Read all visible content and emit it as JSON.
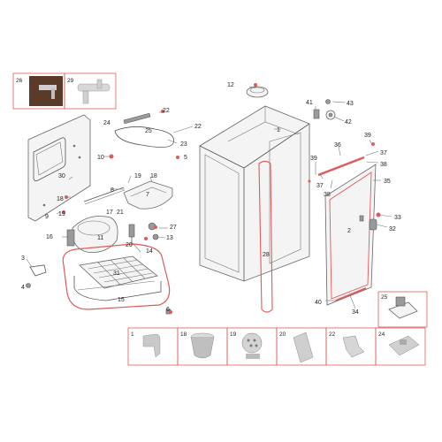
{
  "callouts": {
    "c1": "1",
    "c2": "2",
    "c3": "3",
    "c4": "4",
    "c5": "5",
    "c6": "6",
    "c7": "7",
    "c8": "8",
    "c9": "9",
    "c10": "10",
    "c11": "11",
    "c12": "12",
    "c13": "13",
    "c14": "14",
    "c15": "15",
    "c16": "16",
    "c17": "17",
    "c18a": "18",
    "c18b": "18",
    "c19a": "19",
    "c19b": "19",
    "c20": "20",
    "c21": "21",
    "c22a": "22",
    "c22b": "22",
    "c23": "23",
    "c24": "24",
    "c25": "25",
    "c27": "27",
    "c28": "28",
    "c30": "30",
    "c31": "31",
    "c32": "32",
    "c33": "33",
    "c34": "34",
    "c35": "35",
    "c36": "36",
    "c37a": "37",
    "c37b": "37",
    "c38a": "38",
    "c38b": "38",
    "c39a": "39",
    "c39b": "39",
    "c40": "40",
    "c41": "41",
    "c42": "42",
    "c43": "43"
  },
  "thumbnails": {
    "t26": "26",
    "t29": "29",
    "t25": "25",
    "t1": "1",
    "t18": "18",
    "t19": "19",
    "t20": "20",
    "t22": "22",
    "t24": "24"
  },
  "colors": {
    "highlight": "#e05a5a",
    "line": "#555555",
    "fill": "#f4f4f4"
  }
}
